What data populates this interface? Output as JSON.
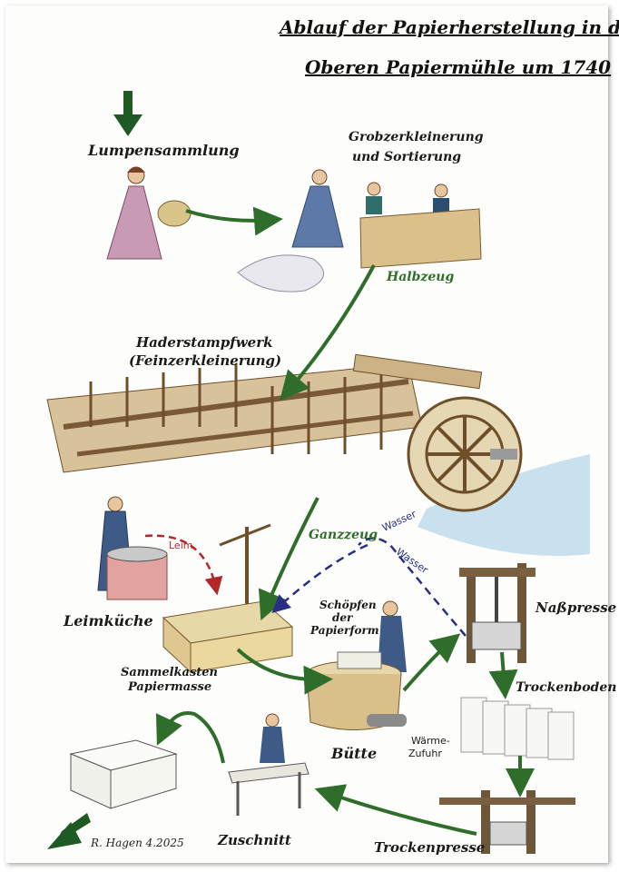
{
  "title": {
    "line1": "Ablauf der Papierherstellung in der",
    "line2": "Oberen Papiermühle um 1740"
  },
  "labels": {
    "lumpensammlung": "Lumpensammlung",
    "grobzerkleinerung_1": "Grobzerkleinerung",
    "grobzerkleinerung_2": "und  Sortierung",
    "halbzeug": "Halbzeug",
    "haderstampfwerk_1": "Haderstampfwerk",
    "haderstampfwerk_2": "(Feinzerkleinerung)",
    "ganzzeug": "Ganzzeug",
    "wasser_1": "Wasser",
    "wasser_2": "Wasser",
    "leim": "Leim",
    "leimkueche": "Leimküche",
    "schoepfen_1": "Schöpfen",
    "schoepfen_2": "der",
    "schoepfen_3": "Papierform",
    "nasspresse": "Naßpresse",
    "sammelkasten_1": "Sammelkasten",
    "sammelkasten_2": "Papiermasse",
    "trockenboden": "Trockenboden",
    "buette": "Bütte",
    "waerme_1": "Wärme-",
    "waerme_2": "Zufuhr",
    "zuschnitt": "Zuschnitt",
    "trockenpresse": "Trockenpresse"
  },
  "signature": "R. Hagen  4.2025",
  "colors": {
    "flow_arrow": "#2f6e2a",
    "water_line": "#2a2f86",
    "glue_line": "#b3262a",
    "start_arrow": "#1f5a25"
  }
}
